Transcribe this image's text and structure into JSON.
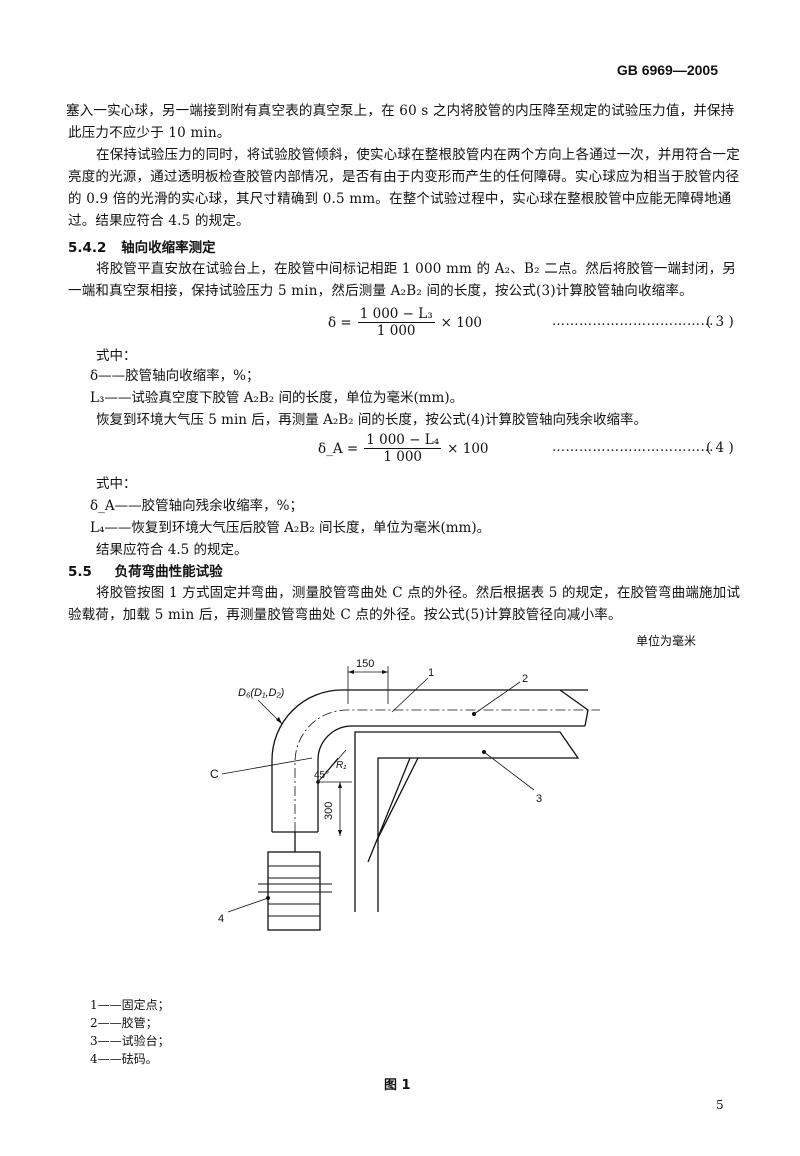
{
  "header": {
    "standard": "GB 6969—2005"
  },
  "para1": "塞入一实心球，另一端接到附有真空表的真空泵上，在 60 s 之内将胶管的内压降至规定的试验压力值，并保持此压力不应少于 10 min。",
  "para2": "在保持试验压力的同时，将试验胶管倾斜，使实心球在整根胶管内在两个方向上各通过一次，并用符合一定亮度的光源，通过透明板检查胶管内部情况，是否有由于内变形而产生的任何障碍。实心球应为相当于胶管内径的 0.9 倍的光滑的实心球，其尺寸精确到 0.5 mm。在整个试验过程中，实心球在整根胶管中应能无障碍地通过。结果应符合 4.5 的规定。",
  "sec542": {
    "num": "5.4.2",
    "title": "轴向收缩率测定"
  },
  "para3": "将胶管平直安放在试验台上，在胶管中间标记相距 1 000 mm 的 A₂、B₂ 二点。然后将胶管一端封闭，另一端和真空泵相接，保持试验压力 5 min，然后测量 A₂B₂ 间的长度，按公式(3)计算胶管轴向收缩率。",
  "formula3": {
    "lhs": "δ =",
    "num": "1 000 − L₃",
    "den": "1 000",
    "tail": "× 100",
    "dots": "………………………………",
    "label": "( 3 )"
  },
  "where1": "式中：",
  "def_delta": "δ——胶管轴向收缩率，%；",
  "def_L3": "L₃——试验真空度下胶管 A₂B₂ 间的长度，单位为毫米(mm)。",
  "para4": "恢复到环境大气压 5 min 后，再测量 A₂B₂ 间的长度，按公式(4)计算胶管轴向残余收缩率。",
  "formula4": {
    "lhs": "δ_A =",
    "num": "1 000 − L₄",
    "den": "1 000",
    "tail": "× 100",
    "dots": "………………………………",
    "label": "( 4 )"
  },
  "where2": "式中：",
  "def_deltaA": "δ_A——胶管轴向残余收缩率，%；",
  "def_L4": "L₄——恢复到环境大气压后胶管 A₂B₂ 间长度，单位为毫米(mm)。",
  "result2": "结果应符合 4.5 的规定。",
  "sec55": {
    "num": "5.5",
    "title": "负荷弯曲性能试验"
  },
  "para5": "将胶管按图 1 方式固定并弯曲，测量胶管弯曲处 C 点的外径。然后根据表 5 的规定，在胶管弯曲端施加试验载荷，加载 5 min 后，再测量胶管弯曲处 C 点的外径。按公式(5)计算胶管径向减小率。",
  "unit_note": "单位为毫米",
  "figure": {
    "dim_150": "150",
    "dim_300": "300",
    "diameter_label": "D₆(D₁,D₂)",
    "angle_label": "45°",
    "radius_label": "R₁",
    "point_c": "C",
    "callouts": [
      "1",
      "2",
      "3",
      "4"
    ]
  },
  "legend": [
    "1——固定点；",
    "2——胶管；",
    "3——试验台；",
    "4——砝码。"
  ],
  "figure_caption": "图 1",
  "page_number": "5"
}
